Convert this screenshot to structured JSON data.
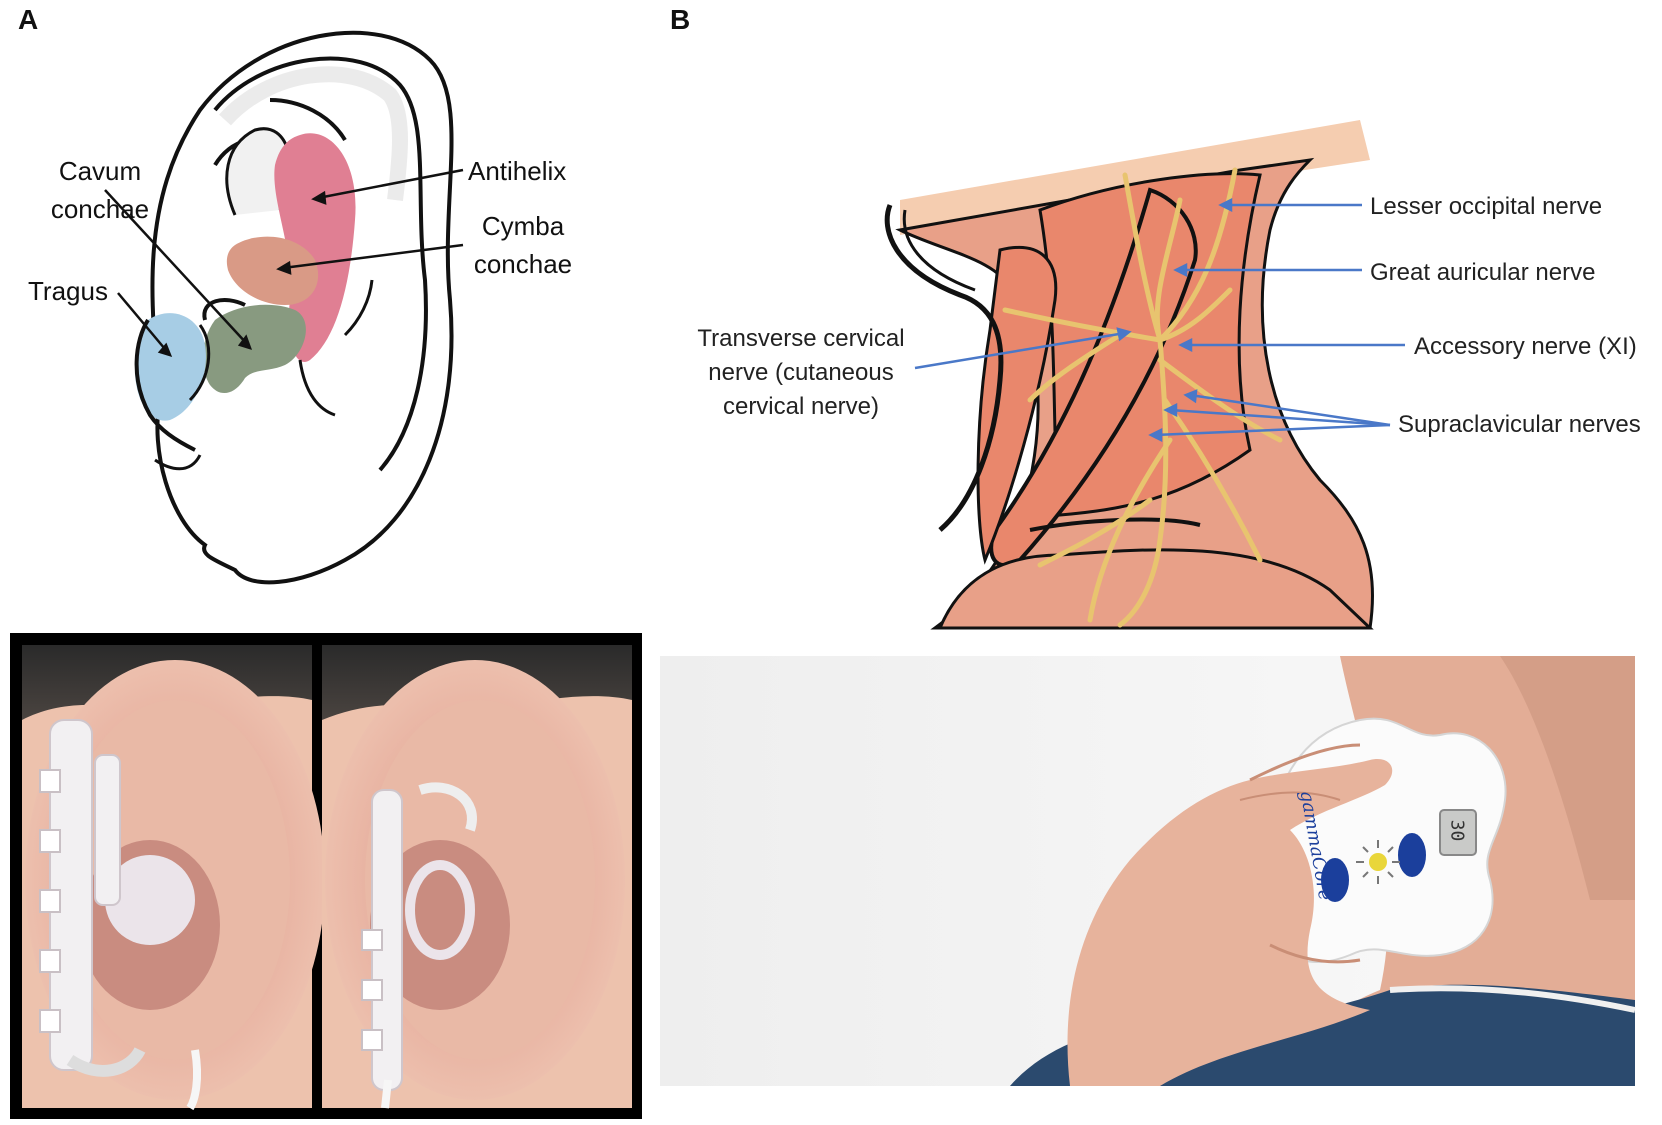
{
  "panels": {
    "a": {
      "letter": "A",
      "labels": {
        "cavum_line1": "Cavum",
        "cavum_line2": "conchae",
        "tragus": "Tragus",
        "antihelix": "Antihelix",
        "cymba_line1": "Cymba",
        "cymba_line2": "conchae"
      },
      "region_colors": {
        "antihelix": "#e07f93",
        "cymba_conchae": "#d99a86",
        "cavum_conchae": "#889a80",
        "tragus": "#a7cde5"
      }
    },
    "b": {
      "letter": "B",
      "labels": {
        "lesser_occipital": "Lesser occipital nerve",
        "great_auricular": "Great auricular nerve",
        "accessory": "Accessory nerve (XI)",
        "supraclavicular": "Supraclavicular nerves",
        "transverse_line1": "Transverse cervical",
        "transverse_line2": "nerve (cutaneous",
        "transverse_line3": "cervical nerve)"
      },
      "colors": {
        "muscle": "#e9876c",
        "skin": "#f5cdb0",
        "nerve": "#e8c46f",
        "pointer": "#4a78c8"
      }
    }
  },
  "photos": {
    "device_brand": "gammaCore",
    "device_display": "30"
  }
}
